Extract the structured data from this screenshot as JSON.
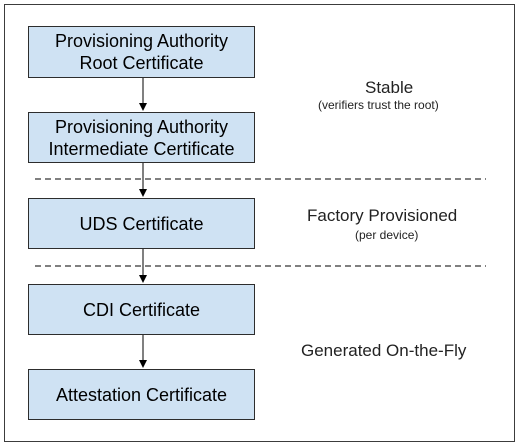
{
  "nodes": [
    {
      "id": "pa-root",
      "lines": [
        "Provisioning Authority",
        "Root Certificate"
      ]
    },
    {
      "id": "pa-intermediate",
      "lines": [
        "Provisioning Authority",
        "Intermediate Certificate"
      ]
    },
    {
      "id": "uds",
      "lines": [
        "UDS Certificate"
      ]
    },
    {
      "id": "cdi",
      "lines": [
        "CDI Certificate"
      ]
    },
    {
      "id": "attestation",
      "lines": [
        "Attestation Certificate"
      ]
    }
  ],
  "zones": {
    "stable": {
      "title": "Stable",
      "subtitle": "(verifiers trust the root)"
    },
    "factory": {
      "title": "Factory Provisioned",
      "subtitle": "(per device)"
    },
    "generated": {
      "title": "Generated On-the-Fly"
    }
  },
  "colors": {
    "node_fill": "#cfe2f3",
    "node_border": "#2d2d2d",
    "arrow": "#000000",
    "divider": "#000000"
  }
}
